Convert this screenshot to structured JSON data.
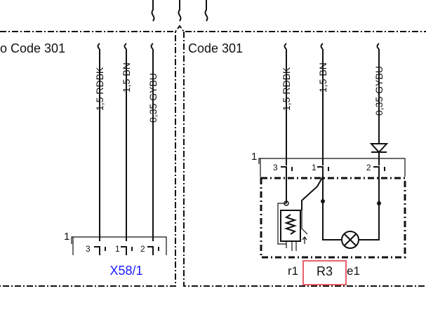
{
  "panels": {
    "left": {
      "title": "o Code 301",
      "wires": [
        "1,5 RDBK",
        "1,5 BN",
        "0,35 GYBU"
      ],
      "connector_number": "1",
      "pins": [
        "3",
        "1",
        "2"
      ],
      "connector_label": "X58/1"
    },
    "right": {
      "title": "Code 301",
      "wires": [
        "1,5 RDBK",
        "1,5 BN",
        "0,35 GYBU"
      ],
      "connector_number": "1",
      "pins": [
        "3",
        "1",
        "2"
      ],
      "component_labels": {
        "left": "r1",
        "center": "R3",
        "right": "e1"
      }
    }
  },
  "colors": {
    "line": "#111111",
    "connector_label": "#1a1aff",
    "highlight_box": "#e8606e"
  }
}
